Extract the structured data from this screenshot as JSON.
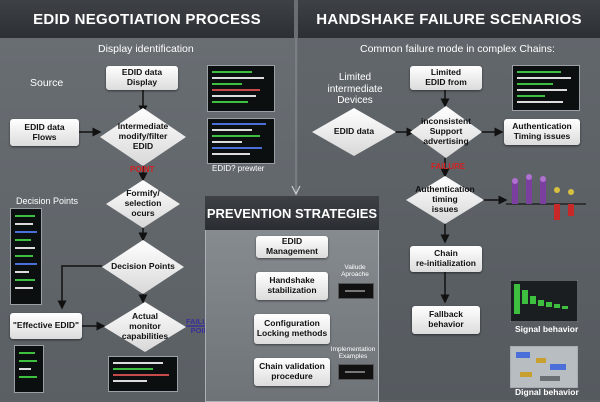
{
  "left": {
    "title": "EDID NEGOTIATION PROCESS",
    "subtitle": "Display identification",
    "source_label": "Source",
    "decision_points_label": "Decision Points",
    "display_box": "EDID data\nDisplay",
    "flows_box": "EDID data\nFlows",
    "intermediate": "Intermediate\nmodify/filter\nEDID",
    "point_label": "POINT",
    "viewer_caption": "EDID? prewter",
    "formify": "Formify/\nselection\nocurs",
    "decision_points": "Decision Points",
    "effective": "\"Effective EDID\"",
    "actual": "Actual\nmonitor\ncapabilities",
    "failure_point": "FAILURE\nPOINT"
  },
  "right": {
    "title": "HANDSHAKE FAILURE SCENARIOS",
    "subtitle": "Common failure mode in complex Chains:",
    "limited_devices": "Limited\nintermediate\nDevices",
    "limited_from": "Limited\nEDID from",
    "edid_data": "EDID data",
    "inconsistent": "inconsistent\nSupport\nadvertising",
    "auth_timing_box": "Authentication\nTiming issues",
    "failure_label": "FAILURE",
    "auth_timing_dia": "Authentication\ntiming\nissues",
    "chain_reinit": "Chain\nre-initialization",
    "fallback": "Fallback\nbehavior",
    "signal_behavior": "Signal behavior",
    "dignal_behavior": "Dignal behavior"
  },
  "prevention": {
    "title": "PREVENTION STRATEGIES",
    "steps": [
      "EDID Management",
      "Handshake\nstabilization",
      "Configuration\nLocking methods",
      "Chain validation\nprocedure"
    ],
    "device_caption_1": "Vailude\nAproache",
    "device_caption_2": "Implementation\nExamples"
  },
  "colors": {
    "header": "#2f3236",
    "red_label": "#d42020",
    "failure_point": "#3a2f9a",
    "box": "#ffffff"
  }
}
